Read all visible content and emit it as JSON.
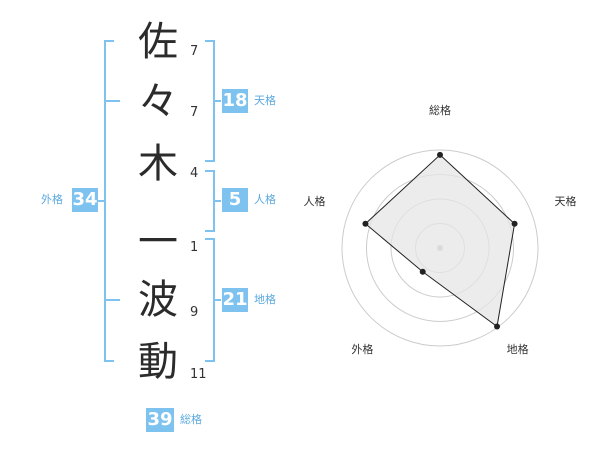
{
  "name_chars": [
    {
      "char": "佐",
      "strokes": "7"
    },
    {
      "char": "々",
      "strokes": "7"
    },
    {
      "char": "木",
      "strokes": "4"
    },
    {
      "char": "一",
      "strokes": "1"
    },
    {
      "char": "波",
      "strokes": "9"
    },
    {
      "char": "動",
      "strokes": "11"
    }
  ],
  "fortunes": {
    "tenkaku": {
      "value": "18",
      "label": "天格"
    },
    "jinkaku": {
      "value": "5",
      "label": "人格"
    },
    "chikaku": {
      "value": "21",
      "label": "地格"
    },
    "gaikaku": {
      "value": "34",
      "label": "外格"
    },
    "soukaku": {
      "value": "39",
      "label": "総格"
    }
  },
  "chart_data": {
    "type": "radar",
    "axes": [
      "総格",
      "天格",
      "地格",
      "外格",
      "人格"
    ],
    "values": [
      0.95,
      0.8,
      0.99,
      0.3,
      0.8
    ],
    "max": 1,
    "rings": 4,
    "colors": {
      "accent": "#7ec3f0",
      "fill": "#e6e6e6",
      "stroke": "#222222",
      "grid": "#cccccc"
    }
  }
}
